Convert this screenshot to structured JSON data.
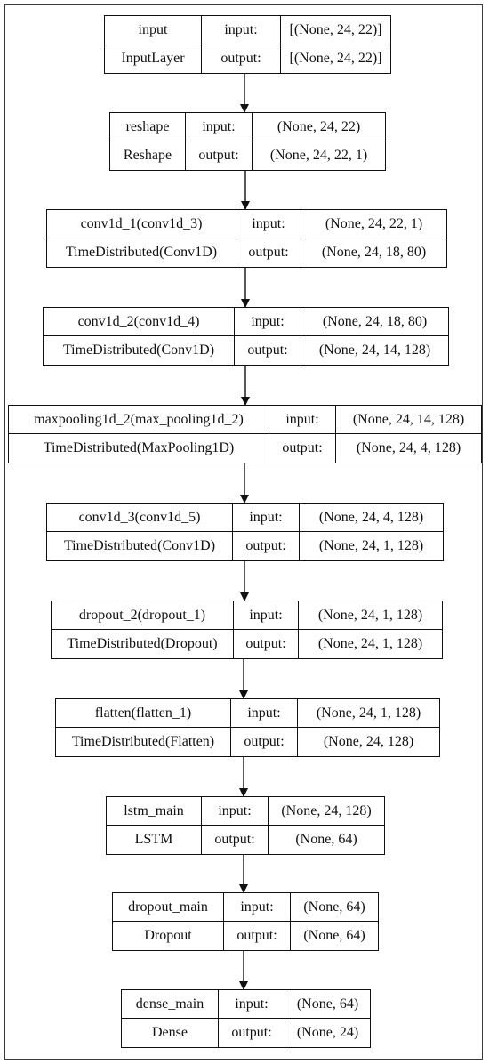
{
  "layers": [
    {
      "name": "input",
      "type": "InputLayer",
      "input_label": "input:",
      "output_label": "output:",
      "input_shape": "[(None, 24, 22)]",
      "output_shape": "[(None, 24, 22)]"
    },
    {
      "name": "reshape",
      "type": "Reshape",
      "input_label": "input:",
      "output_label": "output:",
      "input_shape": "(None, 24, 22)",
      "output_shape": "(None, 24, 22, 1)"
    },
    {
      "name": "conv1d_1(conv1d_3)",
      "type": "TimeDistributed(Conv1D)",
      "input_label": "input:",
      "output_label": "output:",
      "input_shape": "(None, 24, 22, 1)",
      "output_shape": "(None, 24, 18, 80)"
    },
    {
      "name": "conv1d_2(conv1d_4)",
      "type": "TimeDistributed(Conv1D)",
      "input_label": "input:",
      "output_label": "output:",
      "input_shape": "(None, 24, 18, 80)",
      "output_shape": "(None, 24, 14, 128)"
    },
    {
      "name": "maxpooling1d_2(max_pooling1d_2)",
      "type": "TimeDistributed(MaxPooling1D)",
      "input_label": "input:",
      "output_label": "output:",
      "input_shape": "(None, 24, 14, 128)",
      "output_shape": "(None, 24, 4, 128)"
    },
    {
      "name": "conv1d_3(conv1d_5)",
      "type": "TimeDistributed(Conv1D)",
      "input_label": "input:",
      "output_label": "output:",
      "input_shape": "(None, 24, 4, 128)",
      "output_shape": "(None, 24, 1, 128)"
    },
    {
      "name": "dropout_2(dropout_1)",
      "type": "TimeDistributed(Dropout)",
      "input_label": "input:",
      "output_label": "output:",
      "input_shape": "(None, 24, 1, 128)",
      "output_shape": "(None, 24, 1, 128)"
    },
    {
      "name": "flatten(flatten_1)",
      "type": "TimeDistributed(Flatten)",
      "input_label": "input:",
      "output_label": "output:",
      "input_shape": "(None, 24, 1, 128)",
      "output_shape": "(None, 24, 128)"
    },
    {
      "name": "lstm_main",
      "type": "LSTM",
      "input_label": "input:",
      "output_label": "output:",
      "input_shape": "(None, 24, 128)",
      "output_shape": "(None, 64)"
    },
    {
      "name": "dropout_main",
      "type": "Dropout",
      "input_label": "input:",
      "output_label": "output:",
      "input_shape": "(None, 64)",
      "output_shape": "(None, 64)"
    },
    {
      "name": "dense_main",
      "type": "Dense",
      "input_label": "input:",
      "output_label": "output:",
      "input_shape": "(None, 64)",
      "output_shape": "(None, 24)"
    }
  ]
}
